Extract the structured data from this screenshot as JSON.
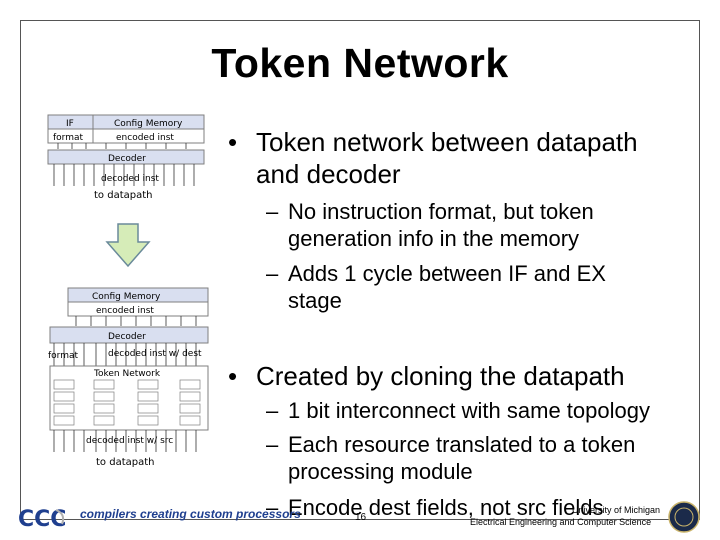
{
  "slide": {
    "title": "Token Network",
    "bullets": [
      {
        "text": "Token network between datapath",
        "cont": "and decoder",
        "subs": [
          {
            "lines": [
              "No instruction format, but token",
              "generation info in the memory"
            ]
          },
          {
            "lines": [
              "Adds 1 cycle between IF and EX",
              "stage"
            ]
          }
        ]
      },
      {
        "text": "Created by cloning the datapath",
        "subs": [
          {
            "lines": [
              "1 bit interconnect with same topology"
            ]
          },
          {
            "lines": [
              "Each resource translated to a token",
              "processing module"
            ]
          },
          {
            "lines": [
              "Encode dest fields, not src fields"
            ]
          }
        ]
      }
    ],
    "bullet_glyph": "•",
    "dash_glyph": "–"
  },
  "diagram_top": {
    "if_label": "IF",
    "config_label": "Config Memory",
    "format_label": "format",
    "encoded_label": "encoded inst",
    "decoder_label": "Decoder",
    "decoded_label": "decoded inst",
    "to_datapath": "to datapath"
  },
  "diagram_bottom": {
    "config_label": "Config Memory",
    "encoded_label": "encoded inst",
    "decoder_label": "Decoder",
    "format_label": "format",
    "decoded_dest_label": "decoded inst w/ dest",
    "token_label": "Token Network",
    "decoded_src_label": "decoded inst w/ src",
    "to_datapath": "to datapath"
  },
  "footer": {
    "logo_text": "CCC",
    "tagline": "compilers creating custom processors",
    "page_number": "16",
    "university": "University of Michigan",
    "department": "Electrical Engineering and Computer Science"
  },
  "colors": {
    "box_fill": "#d9dff0",
    "box_stroke": "#7f7f7f",
    "arrow_fill": "#d6ecb8",
    "arrow_stroke": "#6a8a9a",
    "logo_blue": "#1f3f8f",
    "seal": "#1b2a4a"
  }
}
